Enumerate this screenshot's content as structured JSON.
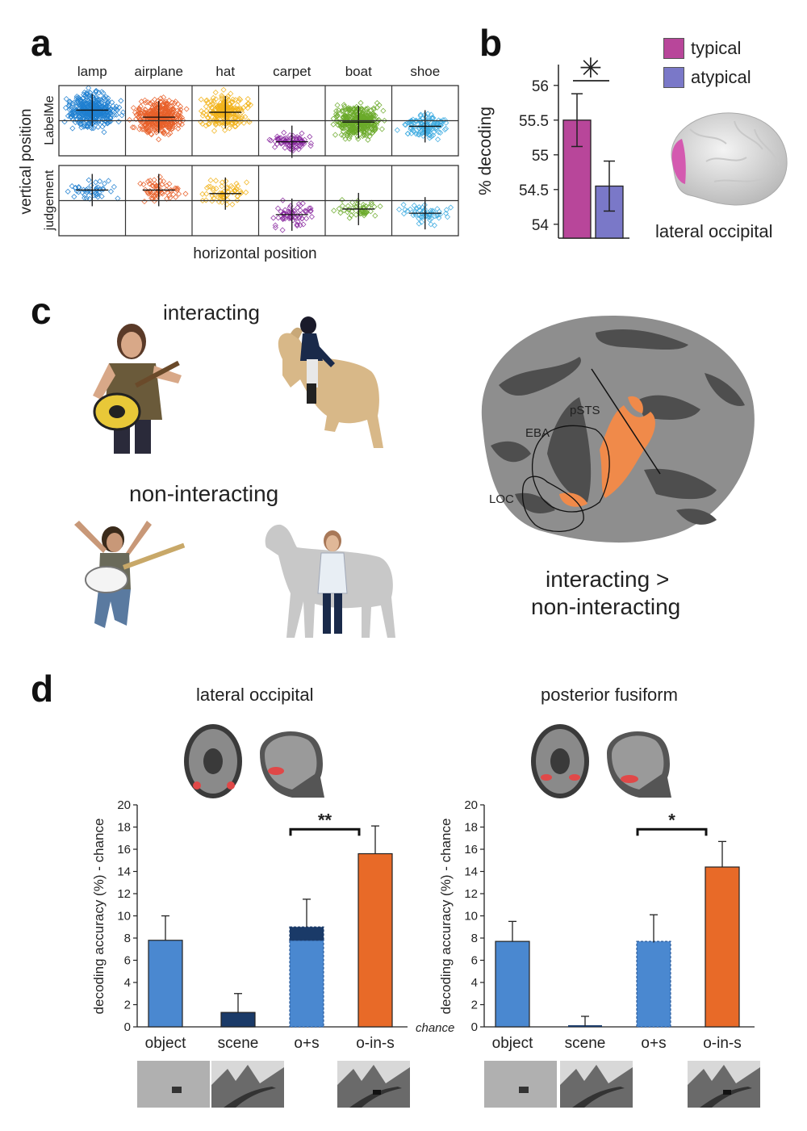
{
  "panels": {
    "a": "a",
    "b": "b",
    "c": "c",
    "d": "d"
  },
  "panel_a": {
    "categories": [
      "lamp",
      "airplane",
      "hat",
      "carpet",
      "boat",
      "shoe"
    ],
    "colors": [
      "#1f7fd0",
      "#e8602a",
      "#f2b21a",
      "#8a2aa0",
      "#6aaa2a",
      "#3aaae0"
    ],
    "row_labels": [
      "LabelMe",
      "judgement"
    ],
    "ylabel": "vertical position",
    "xlabel": "horizontal position"
  },
  "panel_b": {
    "legend": [
      {
        "name": "typical",
        "color": "#b8469a"
      },
      {
        "name": "atypical",
        "color": "#7a78c8"
      }
    ],
    "brain_label": "lateral occipital",
    "sig": "✳"
  },
  "panel_c": {
    "interacting": "interacting",
    "non_interacting": "non-interacting",
    "contrast_line1": "interacting >",
    "contrast_line2": "non-interacting",
    "rois": [
      "pSTS",
      "EBA",
      "LOC"
    ]
  },
  "panel_d": {
    "chance_label": "chance",
    "bottom_images": [
      "object-stimulus",
      "scene-stimulus",
      "object-in-scene-stimulus"
    ]
  },
  "chart_data": [
    {
      "type": "scatter",
      "panel": "a",
      "categories": [
        "lamp",
        "airplane",
        "hat",
        "carpet",
        "boat",
        "shoe"
      ],
      "rows": [
        "LabelMe",
        "judgement"
      ],
      "xlabel": "horizontal position",
      "ylabel": "vertical position",
      "grid": false
    },
    {
      "type": "bar",
      "panel": "b",
      "categories": [
        "typical",
        "atypical"
      ],
      "values": [
        55.5,
        54.55
      ],
      "errors": [
        0.38,
        0.36
      ],
      "colors": [
        "#b8469a",
        "#7a78c8"
      ],
      "ylabel": "% decoding",
      "ylim": [
        53.8,
        56.3
      ],
      "yticks": [
        54,
        54.5,
        55,
        55.5,
        56
      ],
      "significance": "*"
    },
    {
      "type": "bar",
      "panel": "d-left",
      "title": "lateral occipital",
      "categories": [
        "object",
        "scene",
        "o+s",
        "o-in-s"
      ],
      "values": [
        7.8,
        1.3,
        9.0,
        15.6
      ],
      "errors": [
        2.2,
        1.7,
        2.5,
        2.5
      ],
      "colors": [
        "#4a88d0",
        "#1a3a68",
        "#4a88d0",
        "#e86a28"
      ],
      "ylabel": "decoding accuracy (%) - chance",
      "ylim": [
        0,
        20
      ],
      "yticks": [
        0,
        2,
        4,
        6,
        8,
        10,
        12,
        14,
        16,
        18,
        20
      ],
      "significance": "**"
    },
    {
      "type": "bar",
      "panel": "d-right",
      "title": "posterior fusiform",
      "categories": [
        "object",
        "scene",
        "o+s",
        "o-in-s"
      ],
      "values": [
        7.7,
        0.05,
        7.6,
        14.4
      ],
      "errors": [
        1.8,
        0.9,
        2.5,
        2.3
      ],
      "colors": [
        "#4a88d0",
        "#1a3a68",
        "#4a88d0",
        "#e86a28"
      ],
      "ylabel": "decoding accuracy (%) - chance",
      "ylim": [
        0,
        20
      ],
      "yticks": [
        0,
        2,
        4,
        6,
        8,
        10,
        12,
        14,
        16,
        18,
        20
      ],
      "significance": "*"
    }
  ]
}
